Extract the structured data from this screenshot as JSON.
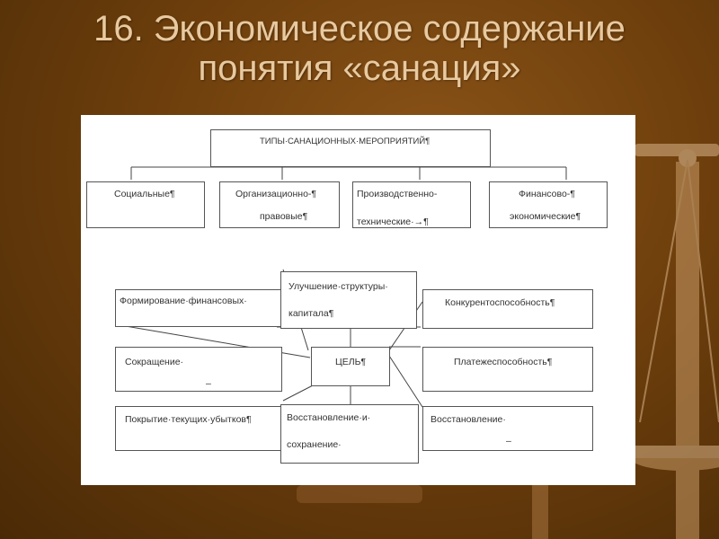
{
  "slide": {
    "title_line1": "16. Экономическое содержание",
    "title_line2": "понятия «санация»"
  },
  "diagram": {
    "top_box": "ТИПЫ·САНАЦИОННЫХ·МЕРОПРИЯТИЙ¶",
    "types": [
      {
        "line1": "Социальные¶",
        "line2": ""
      },
      {
        "line1": "Организационно-¶",
        "line2": "правовые¶"
      },
      {
        "line1": "Производственно-",
        "line2": "технические·→¶"
      },
      {
        "line1": "Финансово-¶",
        "line2": "экономические¶"
      }
    ],
    "center": "ЦЕЛЬ¶",
    "goals": {
      "top_center": {
        "line1": "Улучшение·структуры·",
        "line2": "капитала¶"
      },
      "left_top": {
        "line1": "Формирование·финансовых·",
        "line2": ""
      },
      "left_mid": {
        "line1": "Сокращение·",
        "line2": "–"
      },
      "left_bottom": {
        "line1": "Покрытие·текущих·убытков¶",
        "line2": ""
      },
      "right_top": {
        "line1": "Конкурентоспособность¶",
        "line2": ""
      },
      "right_mid": {
        "line1": "Платежеспособность¶",
        "line2": ""
      },
      "right_bottom": {
        "line1": "Восстановление·",
        "line2": "–"
      },
      "bottom_center": {
        "line1": "Восстановление·и·",
        "line2": "сохранение·"
      }
    }
  },
  "colors": {
    "background": "#6e3f0c",
    "title": "#e8c9a0",
    "panel": "#ffffff"
  }
}
